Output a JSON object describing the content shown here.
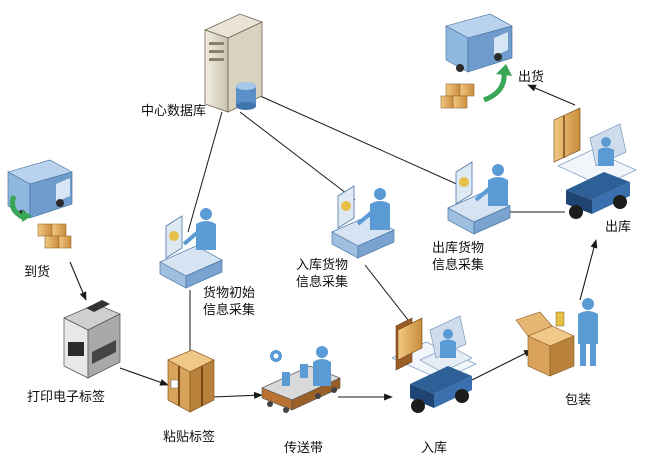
{
  "nodes": {
    "database": "中心数据库",
    "arrive": "到货",
    "printer": "打印电子标签",
    "paste": "粘贴标签",
    "init_collect": [
      "货物初始",
      "信息采集"
    ],
    "conveyor": "传送带",
    "in_collect": [
      "入库货物",
      "信息采集"
    ],
    "in_stock": "入库",
    "out_collect": [
      "出库货物",
      "信息采集"
    ],
    "pack": "包装",
    "out_stock": "出库",
    "ship": "出货"
  },
  "colors": {
    "line": "#1a1a1a",
    "person": "#5b9bd5",
    "person_dark": "#2e5f8a",
    "box": "#e7b46a",
    "box_dark": "#b07a33",
    "truck": "#8fb8e0",
    "green_arrow": "#3aa657",
    "forklift_base": "#2f5f97",
    "device": "#dfe9f4"
  }
}
